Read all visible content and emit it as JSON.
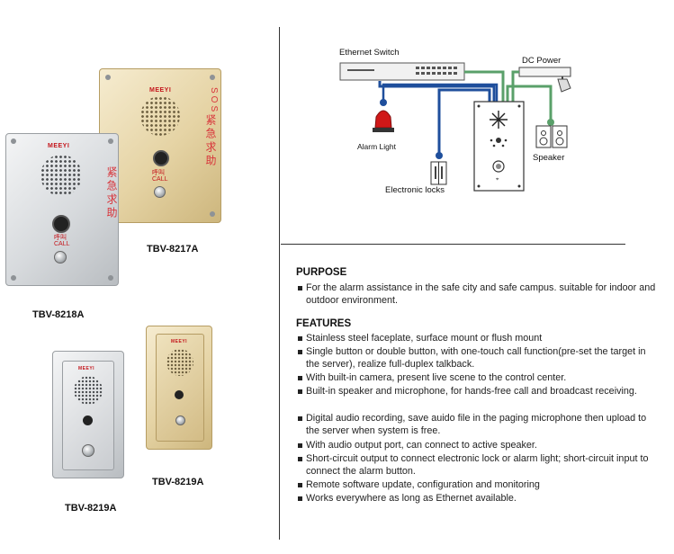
{
  "products": {
    "tbv_8217a": "TBV-8217A",
    "tbv_8218a": "TBV-8218A",
    "tbv_8219a_gold": "TBV-8219A",
    "tbv_8219a_silver": "TBV-8219A",
    "brand": "MEEYI",
    "call_cn": "呼叫",
    "call_en": "CALL",
    "side_text": "紧急求助",
    "side_sos": "SOS"
  },
  "diagram": {
    "ethernet_switch": "Ethernet Switch",
    "dc_power": "DC Power",
    "alarm_light": "Alarm Light",
    "speaker": "Speaker",
    "electronic_locks": "Electronic locks"
  },
  "purpose": {
    "heading": "PURPOSE",
    "items": [
      "For the alarm assistance in the safe city and safe campus. suitable for indoor and outdoor environment."
    ]
  },
  "features": {
    "heading": "FEATURES",
    "items": [
      "Stainless steel faceplate, surface mount or flush mount",
      "Single button or double button, with one-touch call function(pre-set the target in the server), realize full-duplex talkback.",
      "With built-in camera, present live scene to the control center.",
      "Built-in speaker and microphone, for hands-free call and broadcast receiving.",
      "Digital audio recording, save auido file in the paging microphone then upload to the server when system is free.",
      "With audio output port, can connect to active speaker.",
      "Short-circuit output to connect electronic lock or alarm light; short-circuit input to connect the alarm button.",
      "Remote software update, configuration and monitoring",
      "Works everywhere as long as Ethernet available."
    ]
  },
  "colors": {
    "wire_blue": "#1f4f9c",
    "wire_green": "#5aa06a",
    "alarm_red": "#d01818"
  }
}
